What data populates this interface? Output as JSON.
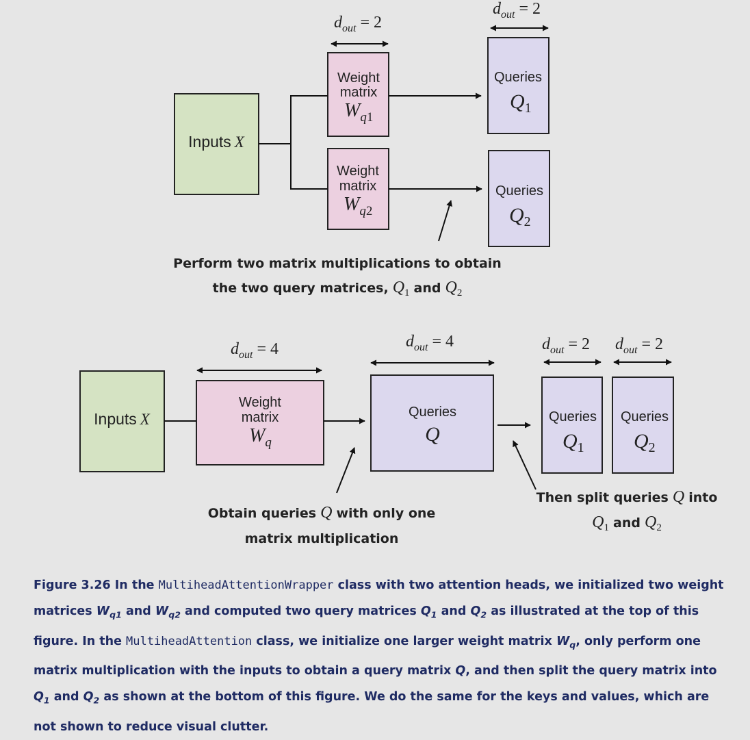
{
  "top": {
    "dout_left": "= 2",
    "dout_right": "= 2",
    "inputs_label": "Inputs",
    "weight1_line1": "Weight",
    "weight1_line2": "matrix",
    "weight2_line1": "Weight",
    "weight2_line2": "matrix",
    "queries1_label": "Queries",
    "queries2_label": "Queries",
    "annotation_line1": "Perform two matrix multiplications to obtain",
    "annotation_line2": "the two query matrices,",
    "annotation_and": "and"
  },
  "bottom": {
    "dout_weight": "= 4",
    "dout_queries": "= 4",
    "dout_q1": "= 2",
    "dout_q2": "= 2",
    "inputs_label": "Inputs",
    "weight_line1": "Weight",
    "weight_line2": "matrix",
    "queries_label": "Queries",
    "queries1_label": "Queries",
    "queries2_label": "Queries",
    "annotation_left_line1": "Obtain queries",
    "annotation_left_line1b": "with only one",
    "annotation_left_line2": "matrix multiplication",
    "annotation_right_line1": "Then split queries",
    "annotation_right_line1b": "into",
    "annotation_right_and": "and"
  },
  "caption": {
    "p1": "Figure 3.26 In the ",
    "code1": "MultiheadAttentionWrapper",
    "p2": " class with two attention heads, we initialized two weight matrices ",
    "p3": " and ",
    "p4": " and computed two query matrices ",
    "p5": " and ",
    "p6": " as illustrated at the top of this figure. In the ",
    "code2": "MultiheadAttention",
    "p7": " class, we initialize one larger weight matrix ",
    "p8": ", only perform one matrix multiplication with the inputs to obtain a query matrix ",
    "p9": ", and then split the query matrix into ",
    "p10": " and ",
    "p11": " as shown at the bottom of this figure. We do the same for the keys and values, which are not shown to reduce visual clutter."
  },
  "colors": {
    "input_fill": "#d5e3c3",
    "weight_fill": "#ecd0e0",
    "query_fill": "#dcd8ee",
    "caption_text": "#1f2b63"
  }
}
